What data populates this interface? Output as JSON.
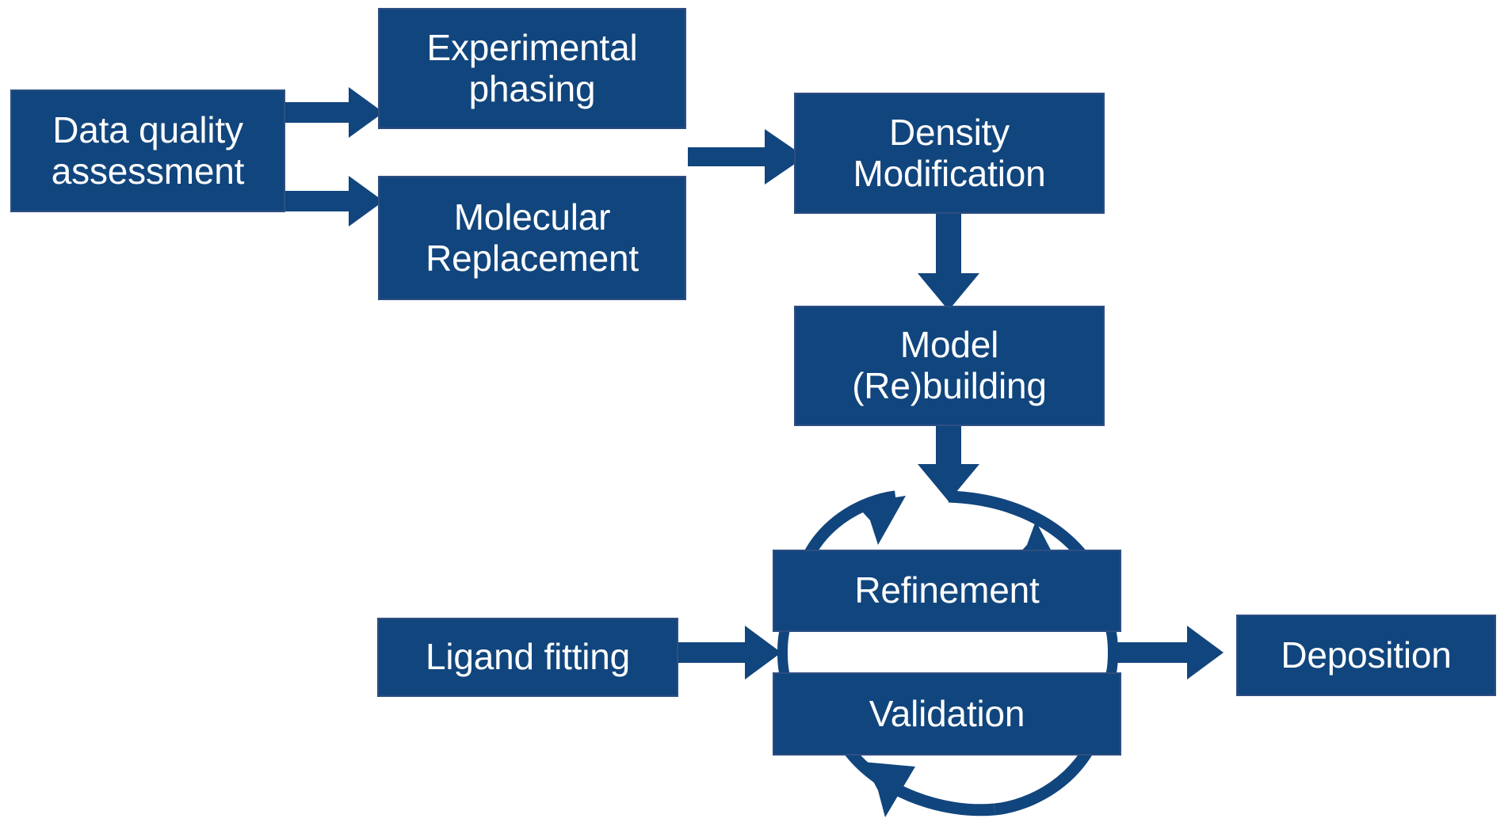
{
  "diagram": {
    "title": "Macromolecular crystallography structure solution workflow",
    "background_color": "#FFFFFF",
    "node_fill_color": "#11457D",
    "node_border_color": "#2E4E82",
    "node_text_color": "#FFFFFF",
    "arrow_color": "#11457D",
    "nodes": [
      {
        "id": "data-quality-assessment",
        "label": "Data quality assessment",
        "line1": "Data quality",
        "line2": "assessment"
      },
      {
        "id": "experimental-phasing",
        "label": "Experimental phasing",
        "line1": "Experimental",
        "line2": "phasing"
      },
      {
        "id": "molecular-replacement",
        "label": "Molecular Replacement",
        "line1": "Molecular",
        "line2": "Replacement"
      },
      {
        "id": "density-modification",
        "label": "Density Modification",
        "line1": "Density",
        "line2": "Modification"
      },
      {
        "id": "model-rebuilding",
        "label": "Model (Re)building",
        "line1": "Model",
        "line2": "(Re)building"
      },
      {
        "id": "refinement",
        "label": "Refinement",
        "line1": "Refinement",
        "line2": ""
      },
      {
        "id": "validation",
        "label": "Validation",
        "line1": "Validation",
        "line2": ""
      },
      {
        "id": "ligand-fitting",
        "label": "Ligand fitting",
        "line1": "Ligand fitting",
        "line2": ""
      },
      {
        "id": "deposition",
        "label": "Deposition",
        "line1": "Deposition",
        "line2": ""
      }
    ],
    "edges": [
      {
        "id": "edge-dq-to-ep",
        "from": "data-quality-assessment",
        "to": "experimental-phasing",
        "kind": "straight-arrow"
      },
      {
        "id": "edge-dq-to-mr",
        "from": "data-quality-assessment",
        "to": "molecular-replacement",
        "kind": "straight-arrow"
      },
      {
        "id": "edge-phasing-to-dm",
        "from": "experimental-phasing/molecular-replacement",
        "to": "density-modification",
        "kind": "straight-arrow"
      },
      {
        "id": "edge-dm-to-model",
        "from": "density-modification",
        "to": "model-rebuilding",
        "kind": "straight-arrow"
      },
      {
        "id": "edge-model-to-cycle",
        "from": "model-rebuilding",
        "to": "refinement",
        "kind": "straight-arrow"
      },
      {
        "id": "edge-ligand-to-cycle",
        "from": "ligand-fitting",
        "to": "refinement",
        "kind": "straight-arrow"
      },
      {
        "id": "edge-cycle-to-deposition",
        "from": "validation",
        "to": "deposition",
        "kind": "straight-arrow"
      },
      {
        "id": "edge-cycle-loop",
        "from": "refinement",
        "to": "validation",
        "kind": "circular-loop-arrows"
      }
    ]
  }
}
